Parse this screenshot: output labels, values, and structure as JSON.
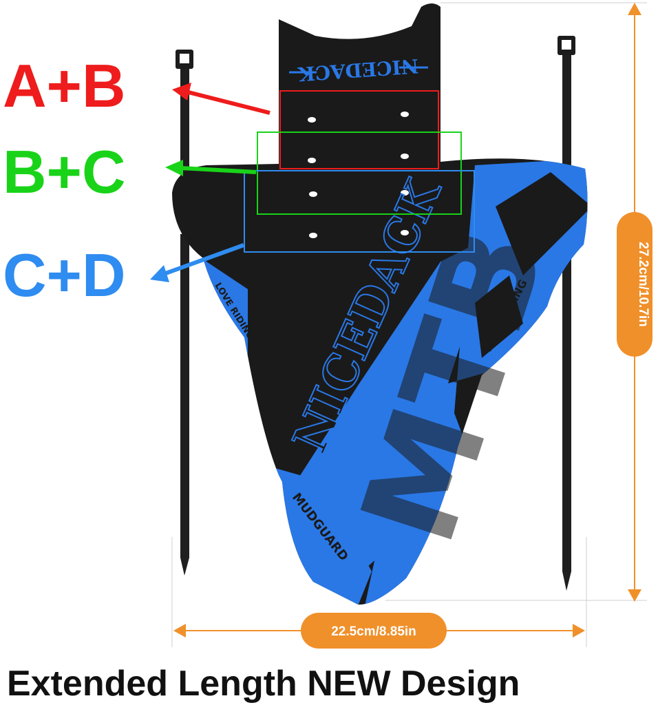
{
  "labels": {
    "ab": "A+B",
    "bc": "B+C",
    "cd": "C+D"
  },
  "colors": {
    "ab": "#ee1c1c",
    "bc": "#19d319",
    "cd": "#2f8cf0",
    "fender_black": "#1a1a1a",
    "fender_blue": "#2a78e6",
    "dimension_orange": "#f0902a"
  },
  "product": {
    "brand_top": "NICEDACK",
    "brand_side": "NICEDACK",
    "model_big": "MTB",
    "love_riding_left": "LOVE RIDING",
    "love_riding_right": "LOVE RIDING",
    "mudguard": "MUDGUARD"
  },
  "dimensions": {
    "height": "27.2cm/10.7in",
    "width": "22.5cm/8.85in"
  },
  "caption": "Extended Length NEW Design"
}
